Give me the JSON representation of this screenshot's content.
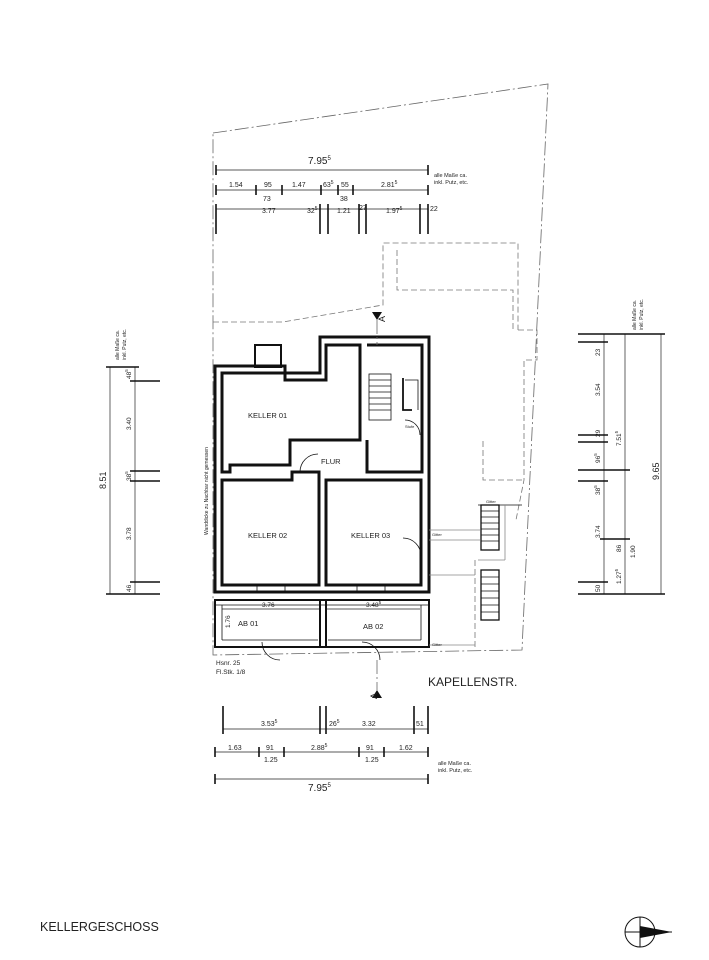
{
  "drawing_title": "KELLERGESCHOSS",
  "street_label": "KAPELLENSTR.",
  "parcel_note_line1": "Hsnr. 25",
  "parcel_note_line2": "Fl.Stk. 1/8",
  "neighbor_wall_note": "Wanddicke zu Nachbar nicht gemessen",
  "measure_note": {
    "line1": "alle Maße ca.",
    "line2": "inkl. Putz, etc."
  },
  "section_marker": "A",
  "rooms": {
    "keller01": "KELLER 01",
    "keller02": "KELLER 02",
    "keller03": "KELLER 03",
    "flur": "FLUR",
    "ab01": "AB 01",
    "ab02": "AB 02"
  },
  "small_labels": {
    "stair_note": "Stufe",
    "window_a": "Gitter",
    "window_b": "Gitter",
    "window_c": "Gitter"
  },
  "dims_top": {
    "total": "7.95",
    "total_sup": "5",
    "row1": [
      "1.54",
      "95",
      "1.47",
      "63",
      "55",
      "2.81"
    ],
    "row1_sup": {
      "2": "",
      "3": "5",
      "5": "5"
    },
    "row1_sub": [
      "73",
      "38"
    ],
    "row2": [
      "3.77",
      "32",
      "1.21",
      "27",
      "1.97",
      "22"
    ],
    "row2_sup": {
      "1": "5",
      "4": "5"
    }
  },
  "dims_bottom": {
    "total": "7.95",
    "total_sup": "5",
    "row1": [
      "3.53",
      "26",
      "3.32",
      "51"
    ],
    "row1_sup": {
      "0": "5",
      "1": "5"
    },
    "row2": [
      "1.63",
      "91",
      "2.88",
      "91",
      "1.62"
    ],
    "row2_sup": {
      "2": "5"
    },
    "row2_sub": [
      "1.25",
      "1.25"
    ]
  },
  "dims_inner": {
    "ab01_width": "3.76",
    "ab02_width": "3.48",
    "ab02_width_sup": "5",
    "ab_height": "1.76"
  },
  "dims_left": {
    "total": "8.51",
    "segments": [
      "48",
      "3.40",
      "38",
      "3.78",
      "46"
    ],
    "segments_sup": {
      "0": "5",
      "2": "5"
    }
  },
  "dims_right": {
    "total": "9.65",
    "segments": [
      "23",
      "3.54",
      "29",
      "96",
      "38",
      "3.74",
      "50"
    ],
    "segments_sup": {
      "3": "5",
      "4": "5"
    },
    "sub_total_a": "7.51",
    "sub_total_a_sup": "5",
    "sub_b": "1.90",
    "sub_c": "86",
    "sub_d": "1.27",
    "sub_d_sup": "5"
  }
}
